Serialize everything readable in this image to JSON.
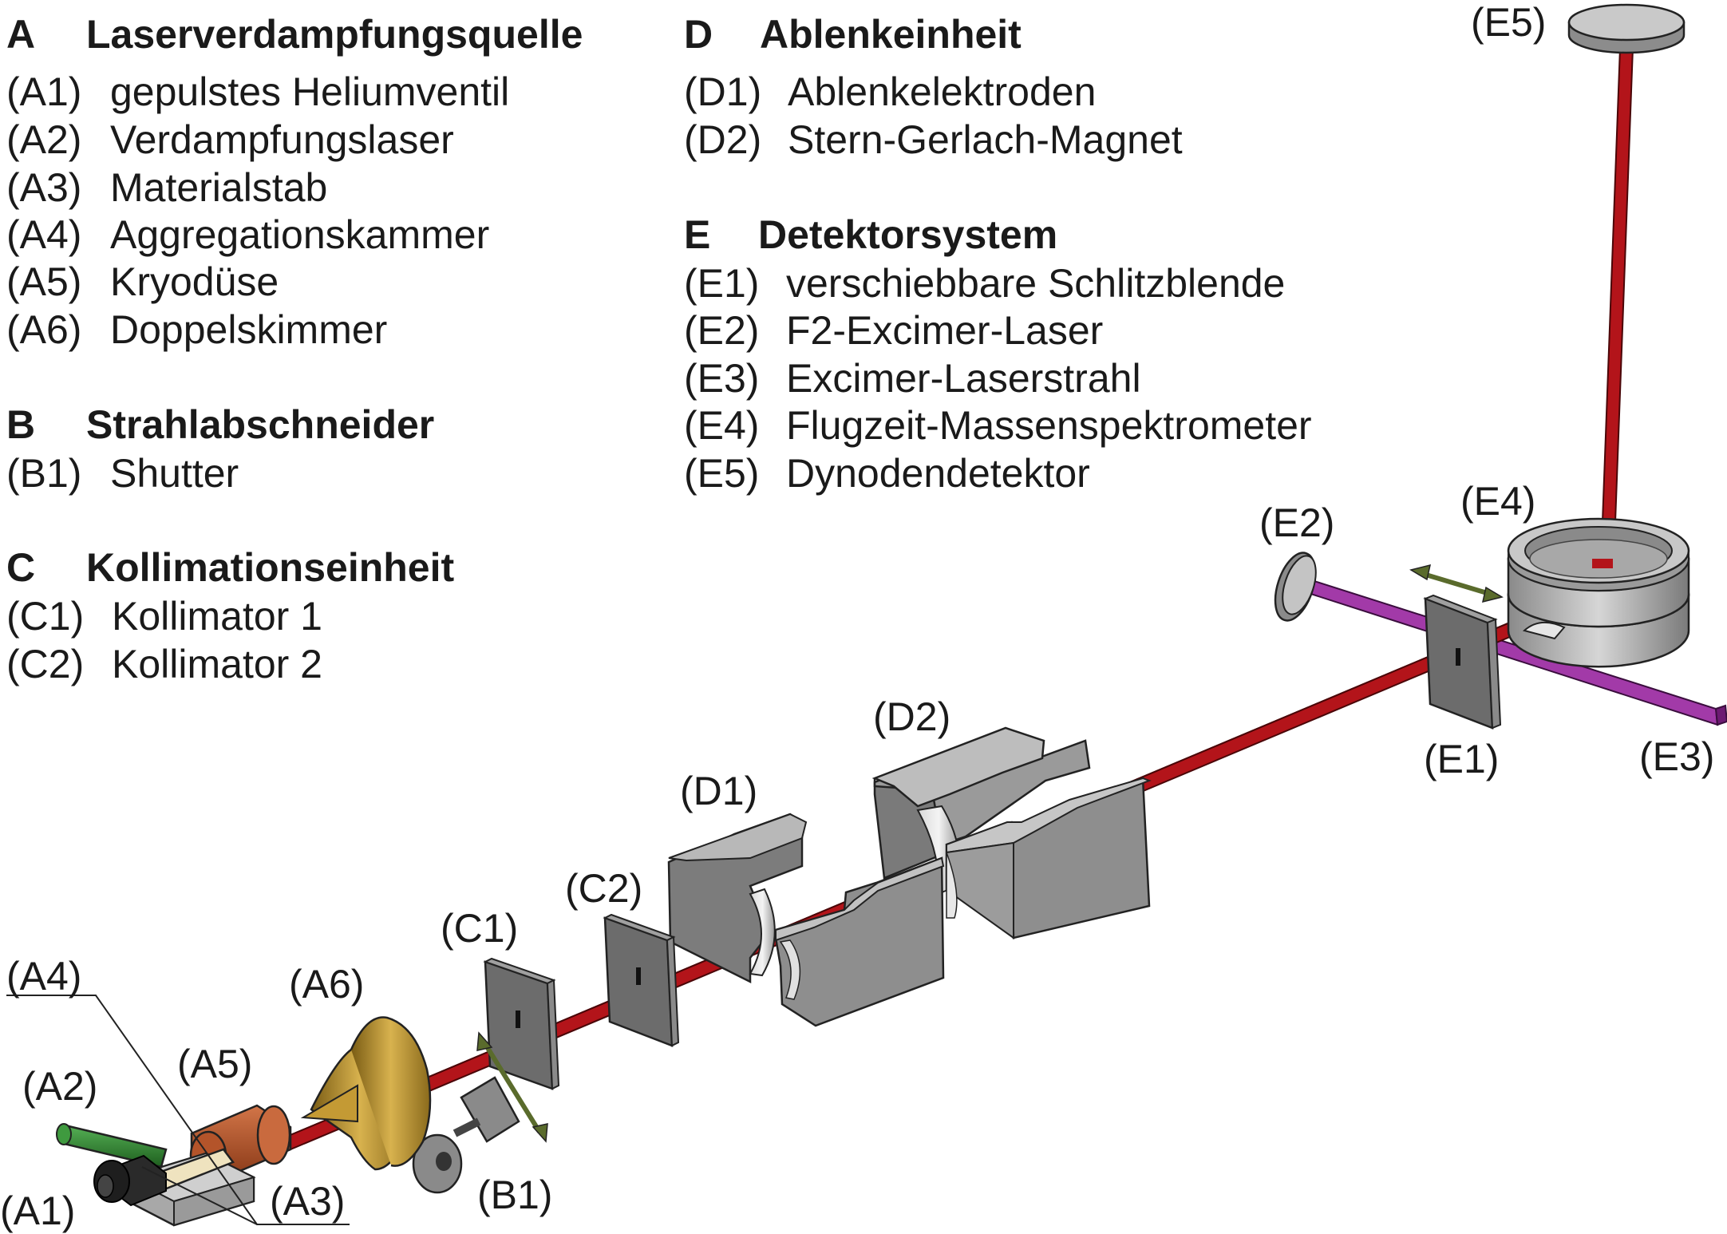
{
  "legend": {
    "A": {
      "letter": "A",
      "title": "Laserverdampfungsquelle",
      "items": [
        {
          "code": "(A1)",
          "text": "gepulstes Heliumventil"
        },
        {
          "code": "(A2)",
          "text": "Verdampfungslaser"
        },
        {
          "code": "(A3)",
          "text": "Materialstab"
        },
        {
          "code": "(A4)",
          "text": "Aggregationskammer"
        },
        {
          "code": "(A5)",
          "text": "Kryodüse"
        },
        {
          "code": "(A6)",
          "text": "Doppelskimmer"
        }
      ]
    },
    "B": {
      "letter": "B",
      "title": "Strahlabschneider",
      "items": [
        {
          "code": "(B1)",
          "text": "Shutter"
        }
      ]
    },
    "C": {
      "letter": "C",
      "title": "Kollimationseinheit",
      "items": [
        {
          "code": "(C1)",
          "text": "Kollimator 1"
        },
        {
          "code": "(C2)",
          "text": "Kollimator 2"
        }
      ]
    },
    "D": {
      "letter": "D",
      "title": "Ablenkeinheit",
      "items": [
        {
          "code": "(D1)",
          "text": "Ablenkelektroden"
        },
        {
          "code": "(D2)",
          "text": "Stern-Gerlach-Magnet"
        }
      ]
    },
    "E": {
      "letter": "E",
      "title": "Detektorsystem",
      "items": [
        {
          "code": "(E1)",
          "text": "verschiebbare Schlitzblende"
        },
        {
          "code": "(E2)",
          "text": "F2-Excimer-Laser"
        },
        {
          "code": "(E3)",
          "text": "Excimer-Laserstrahl"
        },
        {
          "code": "(E4)",
          "text": "Flugzeit-Massenspektrometer"
        },
        {
          "code": "(E5)",
          "text": "Dynodendetektor"
        }
      ]
    }
  },
  "callouts": {
    "A1": "(A1)",
    "A2": "(A2)",
    "A3": "(A3)",
    "A4": "(A4)",
    "A5": "(A5)",
    "A6": "(A6)",
    "B1": "(B1)",
    "C1": "(C1)",
    "C2": "(C2)",
    "D1": "(D1)",
    "D2": "(D2)",
    "E1": "(E1)",
    "E2": "(E2)",
    "E3": "(E3)",
    "E4": "(E4)",
    "E5": "(E5)"
  },
  "colors": {
    "beam": "#b3141a",
    "excimer_beam": "#8e1f93",
    "metal": "#9a9a9a",
    "skimmer": "#b8912c",
    "cryo_nozzle": "#b4542a",
    "laser": "#2f8a2f",
    "arrow": "#5a6b2c"
  }
}
